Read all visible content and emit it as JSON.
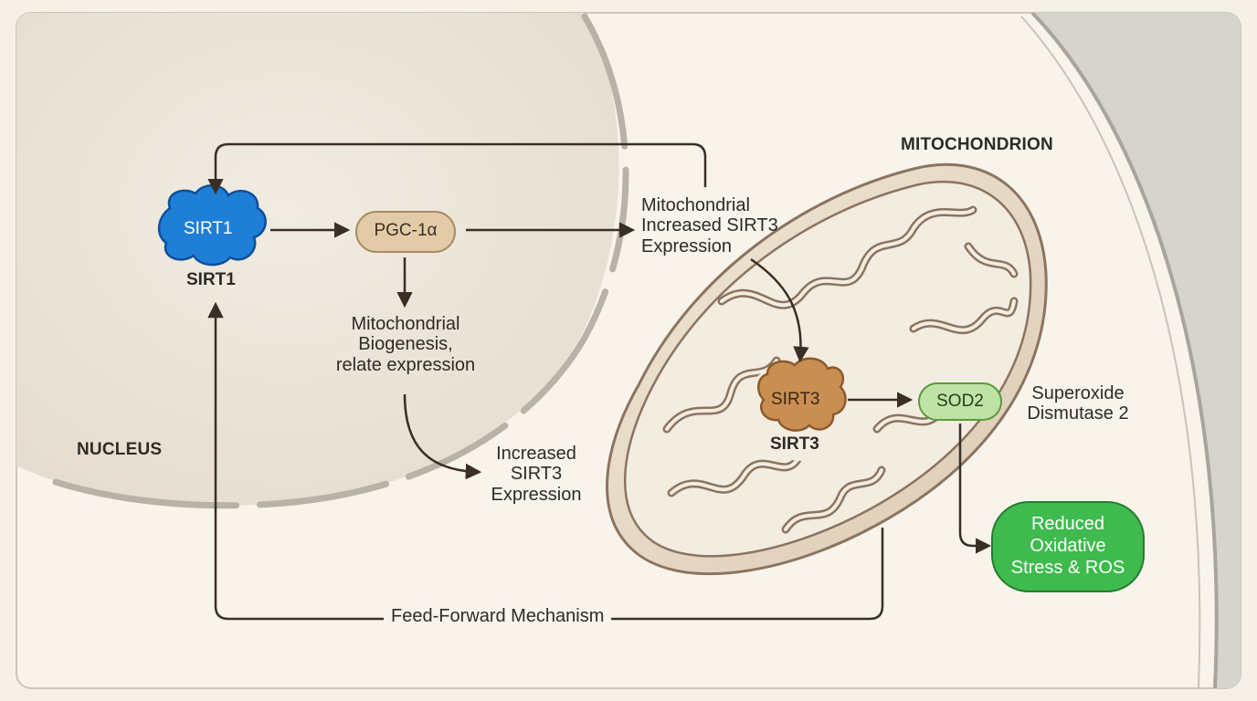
{
  "regions": {
    "nucleus_label": "NUCLEUS",
    "mitochondrion_label": "MITOCHONDRION"
  },
  "nodes": {
    "sirt1": {
      "label": "SIRT1",
      "caption": "SIRT1",
      "color": "#1f7fd6"
    },
    "pgc1a": {
      "label": "PGC-1α",
      "color": "#e3cba8"
    },
    "sirt3": {
      "label": "SIRT3",
      "caption": "SIRT3",
      "color": "#c98f52"
    },
    "sod2": {
      "label": "SOD2",
      "color": "#bfe3a6"
    },
    "ros": {
      "lines": [
        "Reduced",
        "Oxidative",
        "Stress & ROS"
      ],
      "color": "#3fba4e"
    }
  },
  "annotations": {
    "mito_increased": [
      "Mitochondrial",
      "Increased SIRT3",
      "Expression"
    ],
    "biogenesis": [
      "Mitochondrial",
      "Biogenesis,",
      "relate expression"
    ],
    "increased_sirt3": [
      "Increased",
      "SIRT3",
      "Expression"
    ],
    "sod2_full": [
      "Superoxide",
      "Dismutase 2"
    ],
    "feed_forward": "Feed-Forward Mechanism"
  },
  "colors": {
    "background": "#f6f1e7",
    "arrow": "#3b2e24",
    "nucleus_fill": "#ece6da",
    "mito_fill": "#e9ddcc",
    "mito_outline": "#8b7460"
  }
}
